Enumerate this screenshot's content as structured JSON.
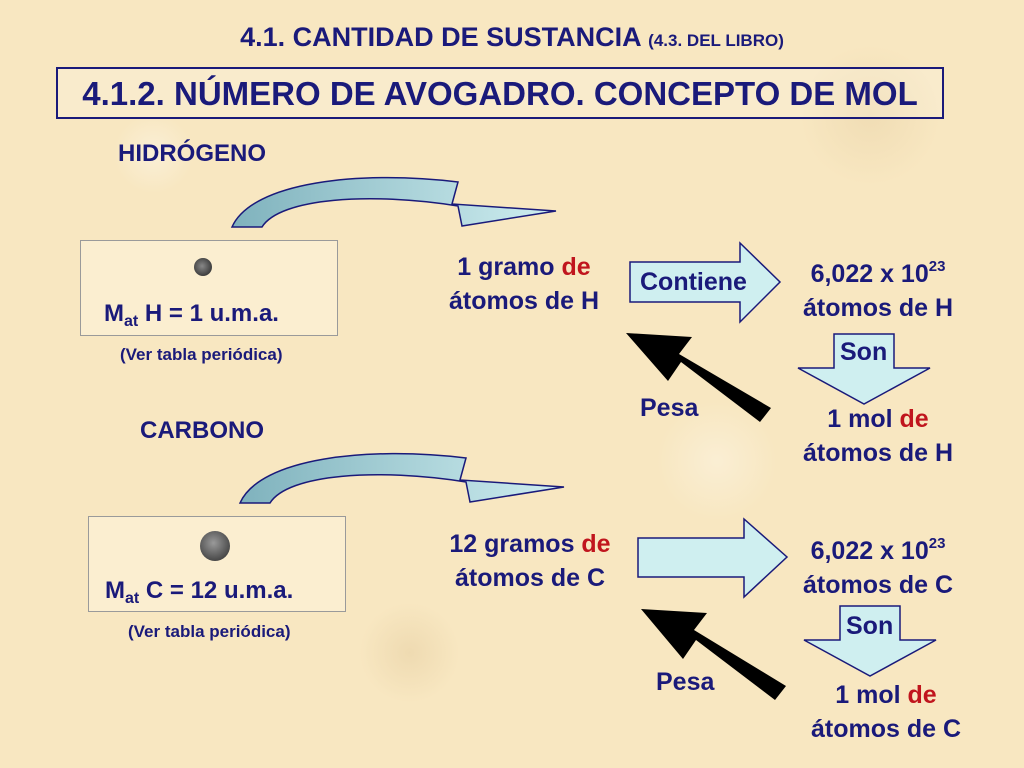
{
  "header": {
    "title_main": "4.1. CANTIDAD DE SUSTANCIA",
    "title_ref": "(4.3. DEL LIBRO)",
    "subtitle": "4.1.2. NÚMERO DE AVOGADRO. CONCEPTO DE MOL"
  },
  "hydrogen": {
    "label": "HIDRÓGENO",
    "mass_sym": "M",
    "mass_sub": "at",
    "mass_value": " H = 1 u.m.a.",
    "note": "(Ver tabla periódica)",
    "grams_line1": "1 gramo",
    "grams_de": " de",
    "grams_line2": "átomos de H",
    "contains_label": "Contiene",
    "avogadro_base": "6,022 x 10",
    "avogadro_exp": "23",
    "avogadro_line2": "átomos de H",
    "son_label": "Son",
    "mol_line1": "1 mol",
    "mol_de": " de",
    "mol_line2": "átomos de H",
    "pesa_label": "Pesa"
  },
  "carbon": {
    "label": "CARBONO",
    "mass_sym": "M",
    "mass_sub": "at",
    "mass_value": " C = 12 u.m.a.",
    "note": "(Ver tabla periódica)",
    "grams_line1": "12 gramos",
    "grams_de": " de",
    "grams_line2": "átomos de C",
    "avogadro_base": "6,022 x 10",
    "avogadro_exp": "23",
    "avogadro_line2": "átomos de C",
    "son_label": "Son",
    "mol_line1": "1 mol",
    "mol_de": " de",
    "mol_line2": "átomos de C",
    "pesa_label": "Pesa"
  },
  "colors": {
    "navy": "#1a1a7a",
    "red": "#c0151d",
    "arrow_fill": "#cfeff0",
    "curved_arrow_fill": "#9fcfd6",
    "black_arrow": "#000000"
  }
}
